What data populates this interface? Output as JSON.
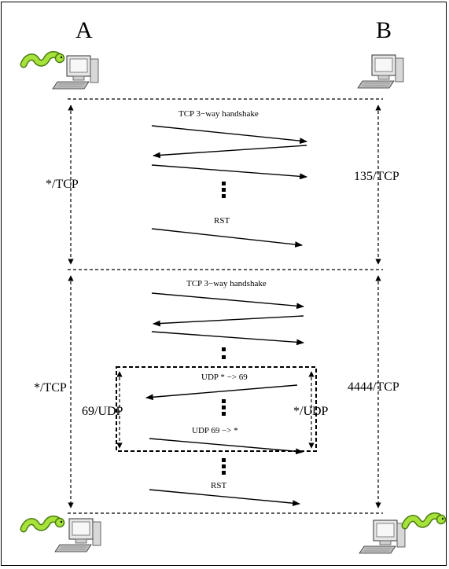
{
  "hosts": {
    "a": "A",
    "b": "B"
  },
  "phase1": {
    "handshake": "TCP 3−way handshake",
    "rst": "RST",
    "port_a": "*/TCP",
    "port_b": "135/TCP"
  },
  "phase2": {
    "handshake": "TCP 3−way handshake",
    "udp_out": "UDP * −> 69",
    "udp_back": "UDP 69 −> *",
    "rst": "RST",
    "port_a": "*/TCP",
    "port_b": "4444/TCP",
    "udp_port_a": "69/UDP",
    "udp_port_b": "*/UDP"
  },
  "icons": [
    "computer-icon",
    "worm-icon"
  ]
}
